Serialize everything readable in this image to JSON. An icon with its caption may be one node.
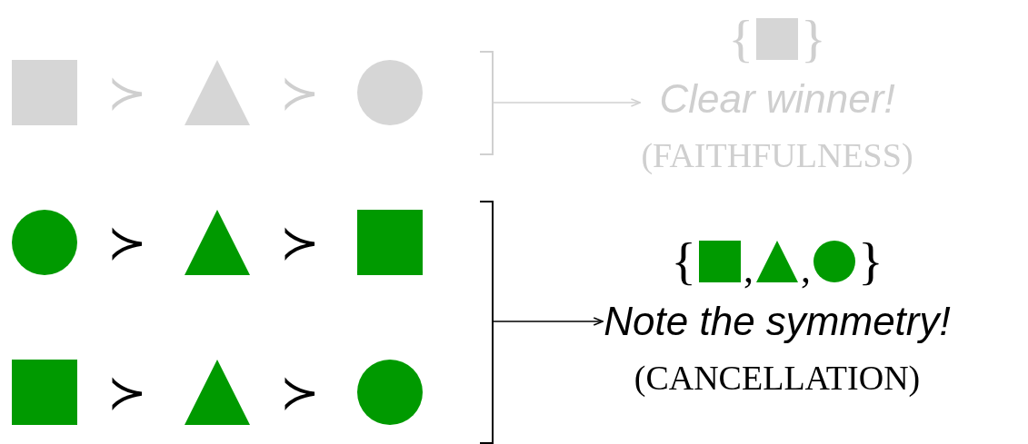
{
  "diagram": {
    "nodes": [
      {
        "text": [],
        "shape": "box"
      },
      {
        "text": [],
        "shape": "triangle"
      },
      {
        "text": [],
        "shape": "circle"
      },
      {
        "text": [
          "Clear winner!",
          "(FAITHFULNESS)"
        ]
      },
      {
        "text": [],
        "shape": "box",
        "in": 3
      },
      {
        "text": [],
        "shape": "circle"
      },
      {
        "text": [],
        "shape": "triangle"
      },
      {
        "text": [],
        "shape": "box"
      },
      {
        "text": [],
        "shape": "box"
      },
      {
        "text": [],
        "shape": "triangle"
      },
      {
        "text": [],
        "shape": "circle"
      },
      {
        "text": [
          "Note the symmetry!",
          "(CANCELLATION)"
        ]
      },
      {
        "text": [],
        "shape": "box",
        "in": 11
      },
      {
        "text": [],
        "shape": "triangle",
        "in": 11
      },
      {
        "text": [],
        "shape": "circle",
        "in": 11
      },
      {
        "text": [],
        "shape": "bracket"
      },
      {
        "text": [],
        "shape": "bracket"
      }
    ],
    "edges": [
      {
        "from": 15,
        "to": 3,
        "arrow": "to",
        "color": "#d0d0d0"
      },
      {
        "from": 16,
        "to": 11,
        "arrow": "to",
        "color": "#000000"
      }
    ],
    "labels": [
      "≻",
      "≻",
      "{",
      "}",
      "≻",
      "≻",
      "≻",
      "≻",
      "{",
      ",",
      ",",
      "}"
    ]
  }
}
